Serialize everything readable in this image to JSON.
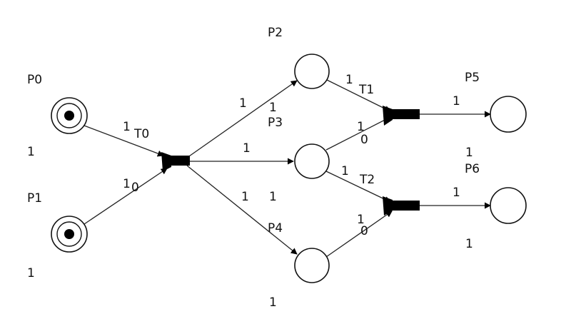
{
  "colors": {
    "ink": "#111111",
    "background": "#ffffff"
  },
  "places": {
    "p0": {
      "name": "P0",
      "marking": "1",
      "has_token": true
    },
    "p1": {
      "name": "P1",
      "marking": "1",
      "has_token": true
    },
    "p2": {
      "name": "P2",
      "marking": "1"
    },
    "p3": {
      "name": "P3",
      "marking": "1"
    },
    "p4": {
      "name": "P4",
      "marking": "1"
    },
    "p5": {
      "name": "P5",
      "marking": "1"
    },
    "p6": {
      "name": "P6",
      "marking": "1"
    }
  },
  "transitions": {
    "t0": {
      "name": "T0"
    },
    "t1": {
      "name": "T1"
    },
    "t2": {
      "name": "T2"
    }
  },
  "arcs": {
    "p0_t0": {
      "weight": "1"
    },
    "p1_t0": {
      "weight": "1",
      "extra": "0"
    },
    "t0_p2": {
      "weight": "1"
    },
    "t0_p3": {
      "weight": "1"
    },
    "t0_p4": {
      "weight": "1"
    },
    "p2_t1": {
      "weight": "1"
    },
    "p3_t1": {
      "weight": "1",
      "extra": "0"
    },
    "p3_t2": {
      "weight": "1"
    },
    "p4_t2": {
      "weight": "1",
      "extra": "0"
    },
    "t1_p5": {
      "weight": "1"
    },
    "t2_p6": {
      "weight": "1"
    }
  }
}
